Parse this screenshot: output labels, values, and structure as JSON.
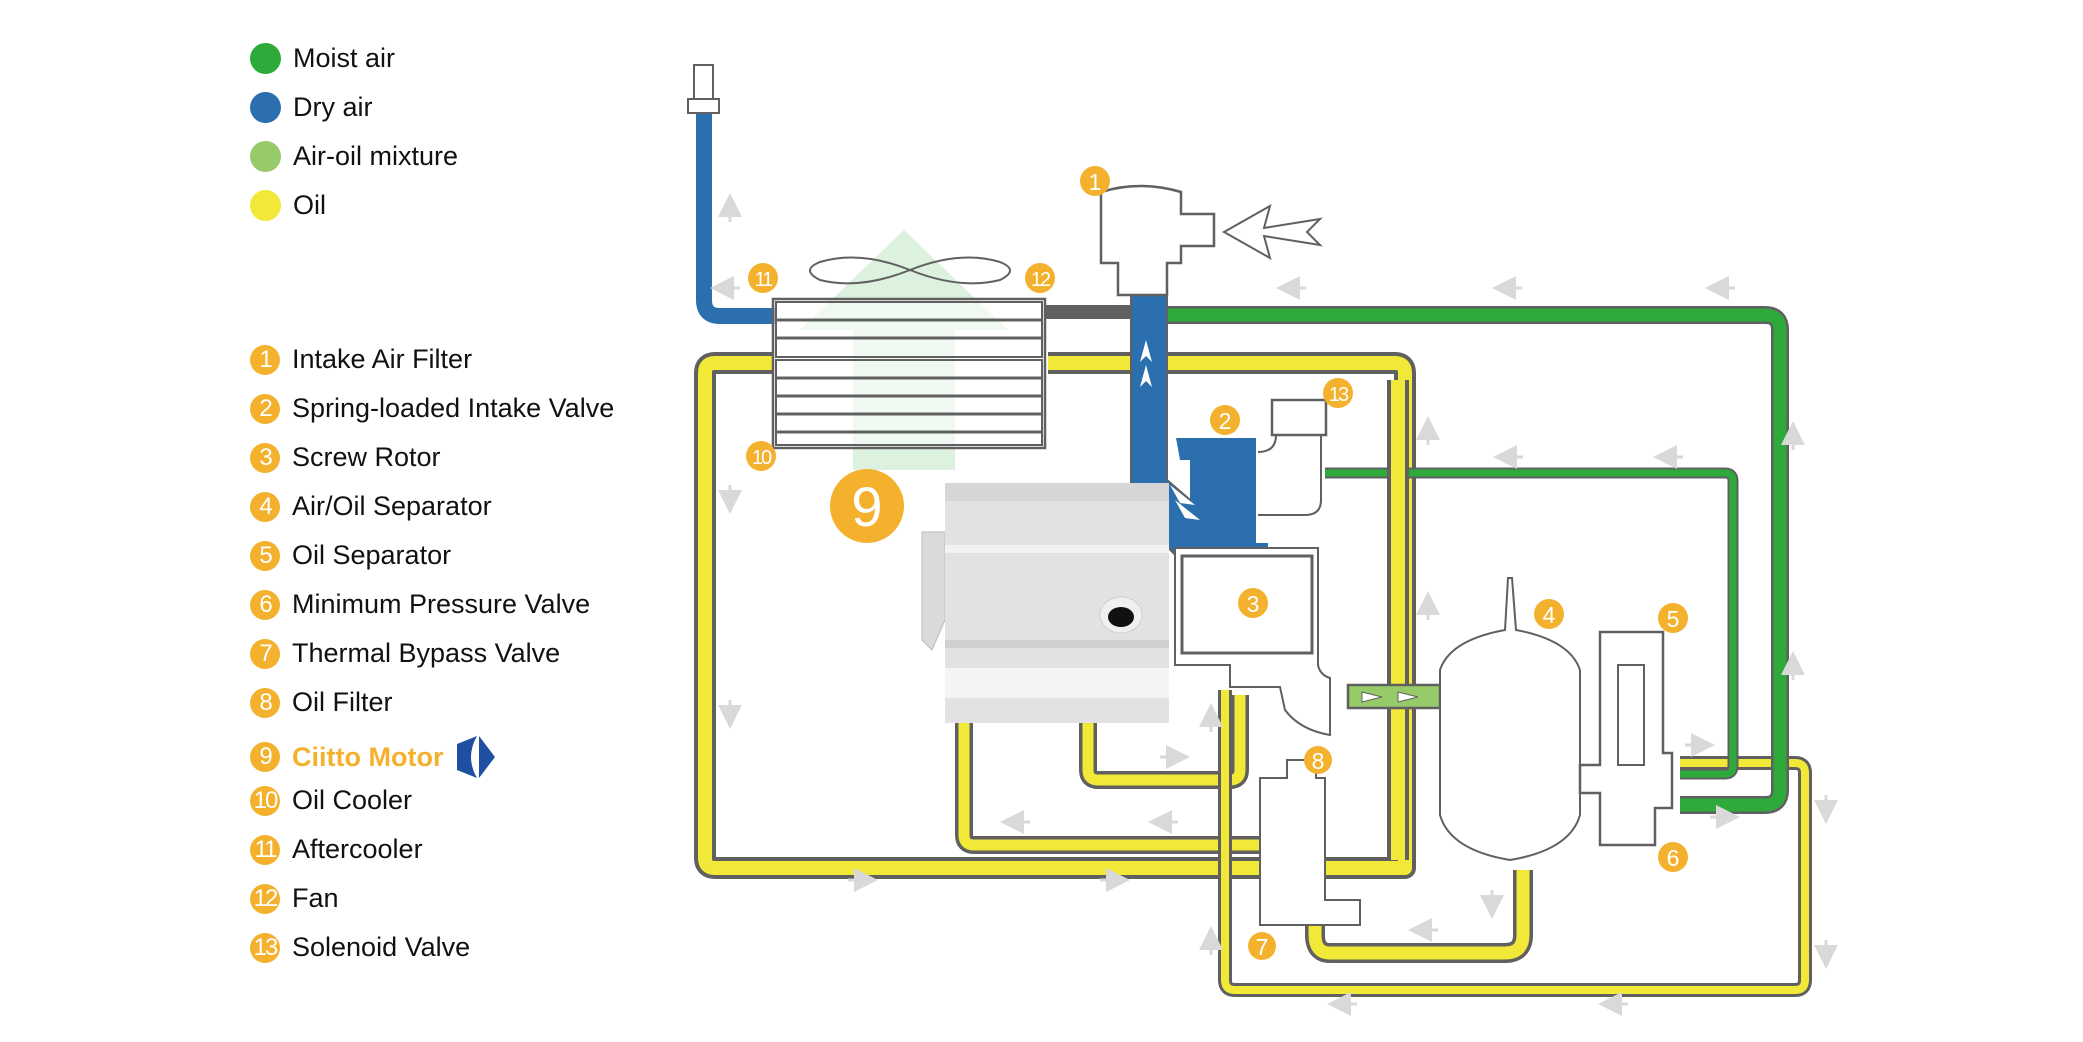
{
  "colors": {
    "moist_air": "#2EAA3B",
    "dry_air": "#2C6FAE",
    "air_oil_mixture": "#97CB6A",
    "oil": "#F1E837",
    "badge": "#F4B12E",
    "outline": "#606060",
    "flow_arrow": "#D9D9D9",
    "fan_airflow": "#DDF1DF",
    "brand_logo": "#1E4FA0"
  },
  "flow_legend": [
    {
      "key": "moist_air",
      "label": "Moist air"
    },
    {
      "key": "dry_air",
      "label": "Dry air"
    },
    {
      "key": "air_oil_mixture",
      "label": "Air-oil mixture"
    },
    {
      "key": "oil",
      "label": "Oil"
    }
  ],
  "components": [
    {
      "number": "1",
      "label": "Intake Air Filter"
    },
    {
      "number": "2",
      "label": "Spring-loaded Intake Valve"
    },
    {
      "number": "3",
      "label": "Screw Rotor"
    },
    {
      "number": "4",
      "label": "Air/Oil Separator"
    },
    {
      "number": "5",
      "label": "Oil Separator"
    },
    {
      "number": "6",
      "label": "Minimum Pressure Valve"
    },
    {
      "number": "7",
      "label": "Thermal Bypass Valve"
    },
    {
      "number": "8",
      "label": "Oil Filter"
    },
    {
      "number": "9",
      "label": "Ciitto Motor",
      "highlighted": true,
      "logo": "ciitto-logo-icon"
    },
    {
      "number": "10",
      "label": "Oil Cooler"
    },
    {
      "number": "11",
      "label": "Aftercooler"
    },
    {
      "number": "12",
      "label": "Fan"
    },
    {
      "number": "13",
      "label": "Solenoid Valve"
    }
  ],
  "diagram_badges": {
    "b1": "1",
    "b2": "2",
    "b3": "3",
    "b4": "4",
    "b5": "5",
    "b6": "6",
    "b7": "7",
    "b8": "8",
    "b9": "9",
    "b10": "10",
    "b11": "11",
    "b12": "12",
    "b13": "13"
  }
}
